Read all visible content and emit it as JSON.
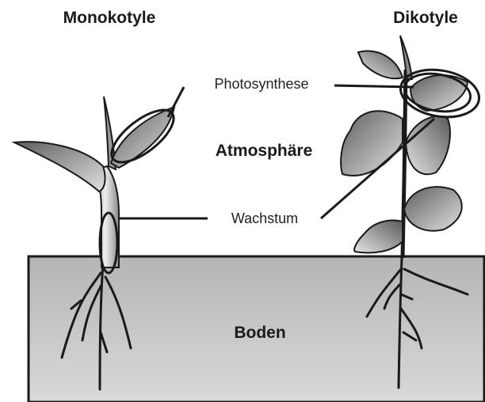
{
  "labels": {
    "monocot": "Monokotyle",
    "dicot": "Dikotyle",
    "photosynthesis": "Photosynthese",
    "atmosphere": "Atmosphäre",
    "growth": "Wachstum",
    "soil": "Boden"
  },
  "colors": {
    "soil_top": "#b8b8b8",
    "soil_bottom": "#d6d6d6",
    "leaf_dark": "#707070",
    "leaf_light": "#d8d8d8",
    "stroke": "#1a1a1a"
  }
}
